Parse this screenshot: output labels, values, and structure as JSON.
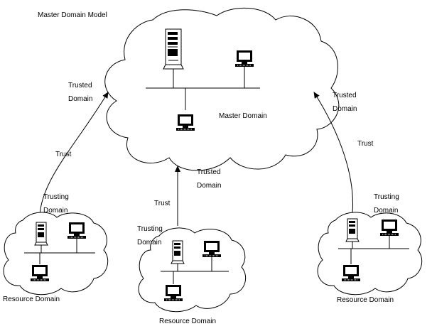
{
  "diagram": {
    "title": "Master Domain Model",
    "master": {
      "label": "Master Domain",
      "trusted_label_left": [
        "Trusted",
        "Domain"
      ],
      "trusted_label_center": [
        "Trusted",
        "Domain"
      ],
      "trusted_label_right": [
        "Trusted",
        "Domain"
      ]
    },
    "resources": [
      {
        "label": "Resource Domain",
        "trusting_label": [
          "Trusting",
          "Domain"
        ],
        "trust_label": "Trust"
      },
      {
        "label": "Resource Domain",
        "trusting_label": [
          "Trusting",
          "Domain"
        ],
        "trust_label": "Trust"
      },
      {
        "label": "Resource Domain",
        "trusting_label": [
          "Trusting",
          "Domain"
        ],
        "trust_label": "Trust"
      }
    ],
    "icons": [
      "server-icon",
      "workstation-icon",
      "cloud-icon",
      "arrow-icon"
    ]
  }
}
